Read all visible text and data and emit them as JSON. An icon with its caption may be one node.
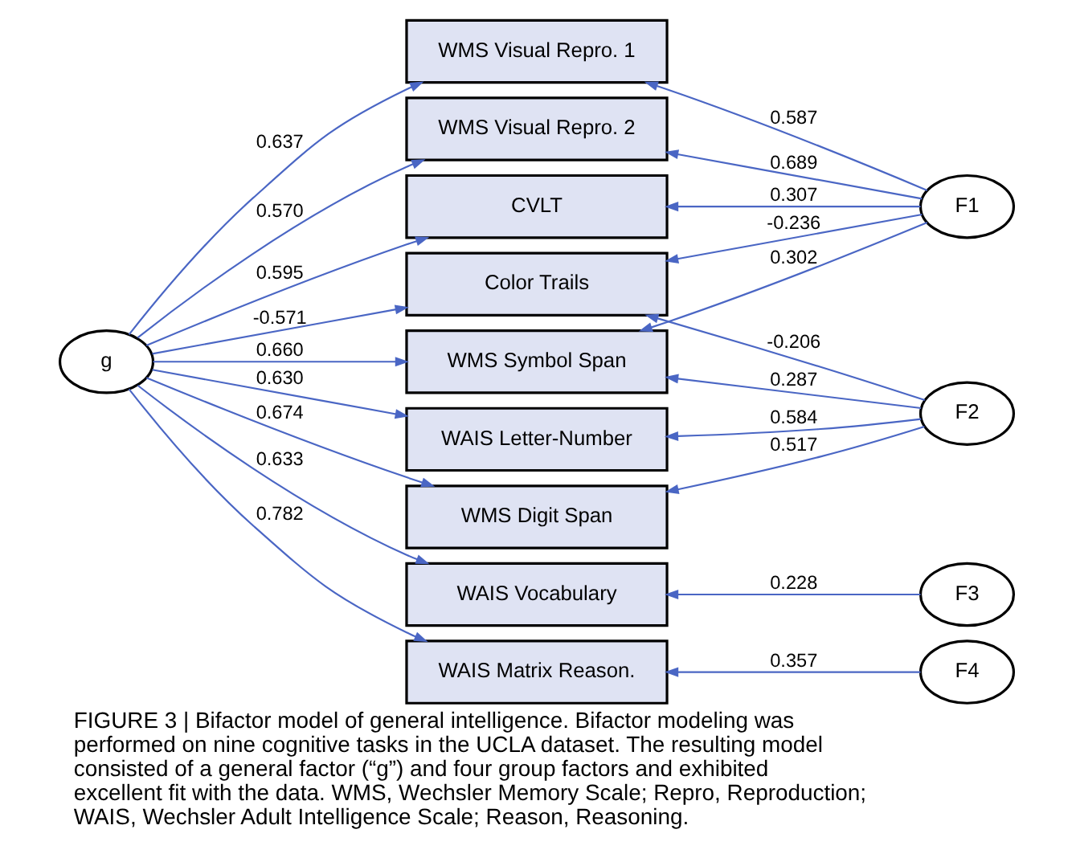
{
  "diagram": {
    "caption": "FIGURE 3 | Bifactor model of general intelligence. Bifactor modeling was performed on nine cognitive tasks in the UCLA dataset. The resulting model consisted of a general factor (“g”) and four group factors and exhibited excellent fit with the data. WMS, Wechsler Memory Scale; Repro, Reproduction; WAIS, Wechsler Adult Intelligence Scale; Reason, Reasoning.",
    "nodes": [
      {
        "text": [
          "g"
        ]
      },
      {
        "text": [
          "WMS Visual Repro. 1"
        ]
      },
      {
        "text": [
          "WMS Visual Repro. 2"
        ]
      },
      {
        "text": [
          "CVLT"
        ]
      },
      {
        "text": [
          "WMS Symbol Span"
        ]
      },
      {
        "text": [
          "Color Trails"
        ]
      },
      {
        "text": [
          "WAIS Letter-Number"
        ]
      },
      {
        "text": [
          "WMS Digit Span"
        ]
      },
      {
        "text": [
          "WAIS Vocabulary"
        ]
      },
      {
        "text": [
          "WAIS Matrix Reason."
        ]
      },
      {
        "text": [
          "F1"
        ]
      },
      {
        "text": [
          "F2"
        ]
      },
      {
        "text": [
          "F3"
        ]
      },
      {
        "text": [
          "F4"
        ]
      }
    ],
    "edges": [
      {
        "from": 0,
        "to": 1,
        "arrow": "to",
        "label": "0.637"
      },
      {
        "from": 0,
        "to": 2,
        "arrow": "to",
        "label": "0.570"
      },
      {
        "from": 0,
        "to": 3,
        "arrow": "to",
        "label": "0.595"
      },
      {
        "from": 0,
        "to": 4,
        "arrow": "to",
        "label": "0.660"
      },
      {
        "from": 0,
        "to": 5,
        "arrow": "to",
        "label": "-0.571"
      },
      {
        "from": 0,
        "to": 6,
        "arrow": "to",
        "label": "0.630"
      },
      {
        "from": 0,
        "to": 7,
        "arrow": "to",
        "label": "0.674"
      },
      {
        "from": 0,
        "to": 8,
        "arrow": "to",
        "label": "0.633"
      },
      {
        "from": 0,
        "to": 9,
        "arrow": "to",
        "label": "0.782"
      },
      {
        "from": 10,
        "to": 1,
        "arrow": "to",
        "label": "0.587"
      },
      {
        "from": 10,
        "to": 2,
        "arrow": "to",
        "label": "0.689"
      },
      {
        "from": 10,
        "to": 3,
        "arrow": "to",
        "label": "0.307"
      },
      {
        "from": 10,
        "to": 4,
        "arrow": "to",
        "label": "0.302"
      },
      {
        "from": 10,
        "to": 5,
        "arrow": "to",
        "label": "-0.236"
      },
      {
        "from": 11,
        "to": 4,
        "arrow": "to",
        "label": "0.287"
      },
      {
        "from": 11,
        "to": 5,
        "arrow": "to",
        "label": "-0.206"
      },
      {
        "from": 11,
        "to": 6,
        "arrow": "to",
        "label": "0.584"
      },
      {
        "from": 11,
        "to": 7,
        "arrow": "to",
        "label": "0.517"
      },
      {
        "from": 12,
        "to": 8,
        "arrow": "to",
        "label": "0.228"
      },
      {
        "from": 13,
        "to": 9,
        "arrow": "to",
        "label": "0.357"
      }
    ]
  }
}
